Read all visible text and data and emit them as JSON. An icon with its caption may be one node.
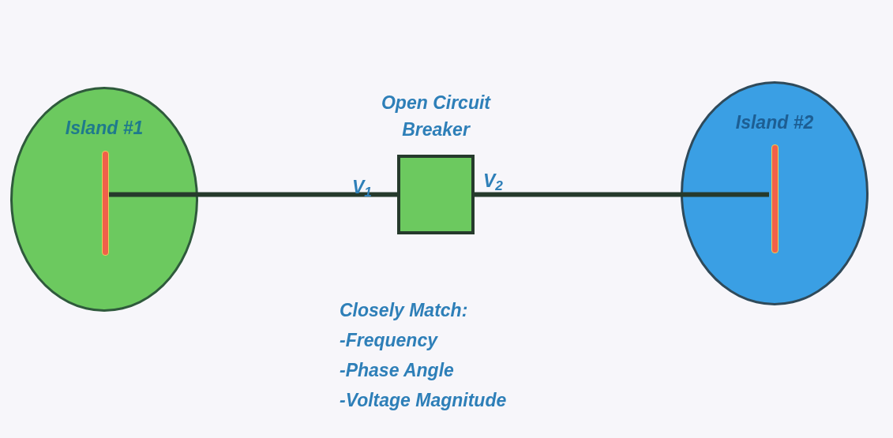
{
  "diagram": {
    "nodes": [
      {
        "text": [
          "Island #1"
        ]
      },
      {
        "text": [],
        "shape": "bar",
        "in": 0
      },
      {
        "text": [
          "Open Circuit Breaker"
        ]
      },
      {
        "text": [
          "Island #2"
        ]
      },
      {
        "text": [],
        "shape": "bar",
        "in": 3
      }
    ],
    "edges": [
      {
        "from": 1,
        "to": 2,
        "arrow": "none"
      },
      {
        "from": 2,
        "to": 4,
        "arrow": "none"
      }
    ],
    "labels": [
      "V$_{1}$",
      "V$_{2}$",
      "Closely Match:",
      "-Frequency",
      "-Phase Angle",
      "-Voltage Magnitude"
    ]
  }
}
